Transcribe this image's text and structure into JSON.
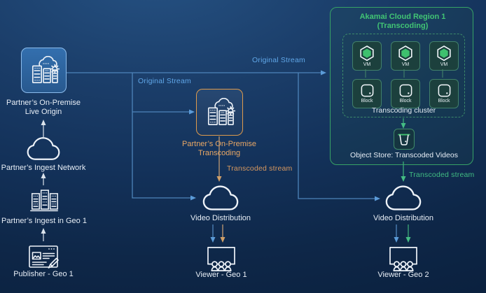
{
  "nodes": {
    "live_origin": {
      "line1": "Partner’s On-Premise",
      "line2": "Live Origin"
    },
    "ingest_network": {
      "label": "Partner’s Ingest Network"
    },
    "ingest_geo1": {
      "label": "Partner’s Ingest in Geo 1"
    },
    "publisher": {
      "label": "Publisher - Geo 1"
    },
    "transcoding": {
      "line1": "Partner’s On-Premise",
      "line2": "Transcoding"
    },
    "video_distribution_geo1": {
      "label": "Video Distribution"
    },
    "viewer_geo1": {
      "label": "Viewer - Geo 1"
    },
    "video_distribution_geo2": {
      "label": "Video Distribution"
    },
    "viewer_geo2": {
      "label": "Viewer - Geo 2"
    }
  },
  "akamai": {
    "title_line1": "Akamai Cloud Region 1",
    "title_line2": "(Transcoding)",
    "cluster_label": "Transcoding cluster",
    "vm_labels": [
      "VM",
      "VM",
      "VM"
    ],
    "block_labels": [
      "Block",
      "Block",
      "Block"
    ],
    "object_store_label": "Object Store: Transcoded Videos"
  },
  "streams": {
    "original_top": "Original Stream",
    "original_mid": "Original Stream",
    "transcoded_onprem": "Transcoded stream",
    "transcoded_cloud": "Transcoded stream"
  },
  "colors": {
    "background_top": "#255182",
    "background_bottom": "#0a1f3c",
    "original_stream_blue": "#60a7e8",
    "transcoded_stream_orange": "#d8995f",
    "transcoded_stream_green": "#41bd82",
    "akamai_green": "#41c474",
    "origin_box_border": "#8cbcec",
    "transcoding_box_border": "#de9b4d",
    "vm_hexagon_green": "#3ec06e"
  }
}
